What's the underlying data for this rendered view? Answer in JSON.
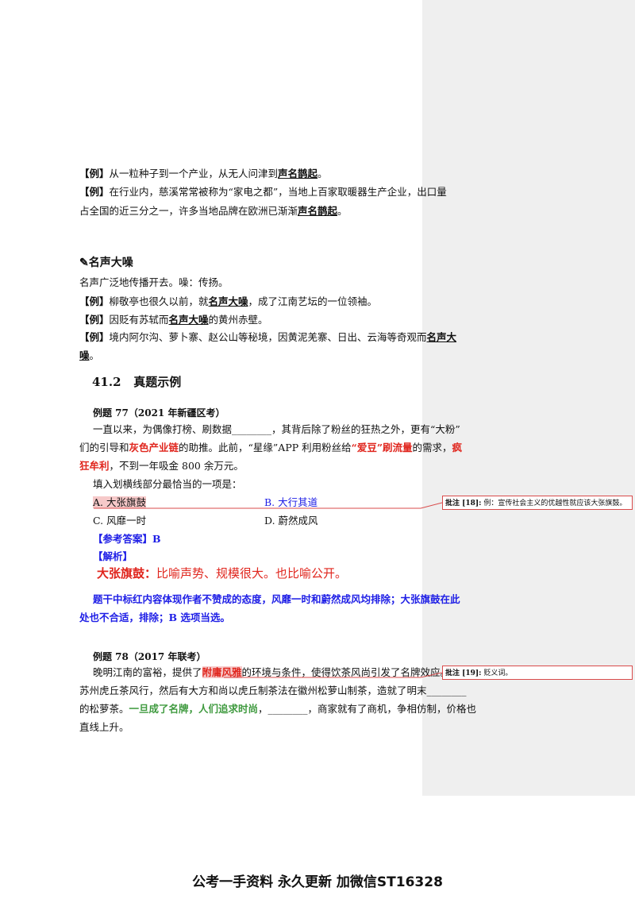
{
  "idiom1": {
    "ex1_tag": "【例】",
    "ex1_pre": "从一粒种子到一个产业，从无人问津到",
    "ex1_term": "声名鹊起",
    "ex1_post": "。",
    "ex2_tag": "【例】",
    "ex2_line1": "在行业内，慈溪常常被称为“家电之都”，当地上百家取暖器生产企业，出口量",
    "ex2_line2_pre": "占全国的近三分之一，许多当地品牌在欧洲已渐渐",
    "ex2_term": "声名鹊起",
    "ex2_line2_post": "。"
  },
  "idiom2": {
    "icon": "✎",
    "title": "名声大噪",
    "definition": "名声广泛地传播开去。噪：传扬。",
    "ex1_tag": "【例】",
    "ex1_pre": "柳敬亭也很久以前，就",
    "ex1_term": "名声大噪",
    "ex1_post": "，成了江南艺坛的一位领袖。",
    "ex2_tag": "【例】",
    "ex2_pre": "因贬有苏轼而",
    "ex2_term": "名声大噪",
    "ex2_post": "的黄州赤壁。",
    "ex3_tag": "【例】",
    "ex3_pre": "境内阿尔沟、萝卜寨、赵公山等秘境，因黄泥羌寨、日出、云海等奇观而",
    "ex3_term1": "名声大",
    "ex3_term2": "噪",
    "ex3_post": "。"
  },
  "section": {
    "number": "41.2",
    "title": "真题示例"
  },
  "example77": {
    "title": "例题 77（2021 年新疆区考）",
    "p1_l1": "一直以来，为偶像打榜、刷数据________，其背后除了粉丝的狂热之外，更有“大粉”",
    "p1_l2_a": "们的引导和",
    "p1_l2_red1": "灰色产业链",
    "p1_l2_b": "的助推。此前，“星缘”APP 利用粉丝给",
    "p1_l2_red2": "“爱豆”刷流量",
    "p1_l2_c": "的需求，",
    "p1_l2_red3": "疯",
    "p1_l3_red": "狂牟利",
    "p1_l3_rest": "，不到一年吸金 800 余万元。",
    "question": "填入划横线部分最恰当的一项是：",
    "optA": "A. 大张旗鼓",
    "optB": "B. 大行其道",
    "optC": "C. 风靡一时",
    "optD": "D. 蔚然成风",
    "answer_label": "【参考答案】",
    "answer_value": "B",
    "analysis_label": "【解析】",
    "analysis_term": "大张旗鼓：",
    "analysis_def": "比喻声势、规模很大。也比喻公开。",
    "analysis_l1": "题干中标红内容体现作者不赞成的态度，风靡一时和蔚然成风均排除；大张旗鼓在此",
    "analysis_l2": "处也不合适，排除；B 选项当选。"
  },
  "example78": {
    "title": "例题 78（2017 年联考）",
    "l1_a": "晚明江南的富裕，提供了",
    "l1_hl": "附庸风雅",
    "l1_b": "的环境与条件，使得饮茶风尚引发了名牌效应。先是",
    "l2": "苏州虎丘茶风行，然后有大方和尚以虎丘制茶法在徽州松萝山制茶，造就了明末________",
    "l3_a": "的松萝茶。",
    "l3_green": "一旦成了名牌，人们追求时尚",
    "l3_b": "，________，商家就有了商机，争相仿制，价格也",
    "l4": "直线上升。"
  },
  "comments": [
    {
      "label": "批注 [18]:",
      "text": "例：宣传社会主义的优越性就应该大张旗鼓。"
    },
    {
      "label": "批注 [19]:",
      "text": "贬义词。"
    }
  ],
  "footer": "公考一手资料 永久更新 加微信ST16328",
  "colors": {
    "red": "#e0261e",
    "blue": "#1e1ee6",
    "green": "#3f9a3f",
    "highlight": "#f6c9c9",
    "comment_border": "#d94b4b"
  }
}
